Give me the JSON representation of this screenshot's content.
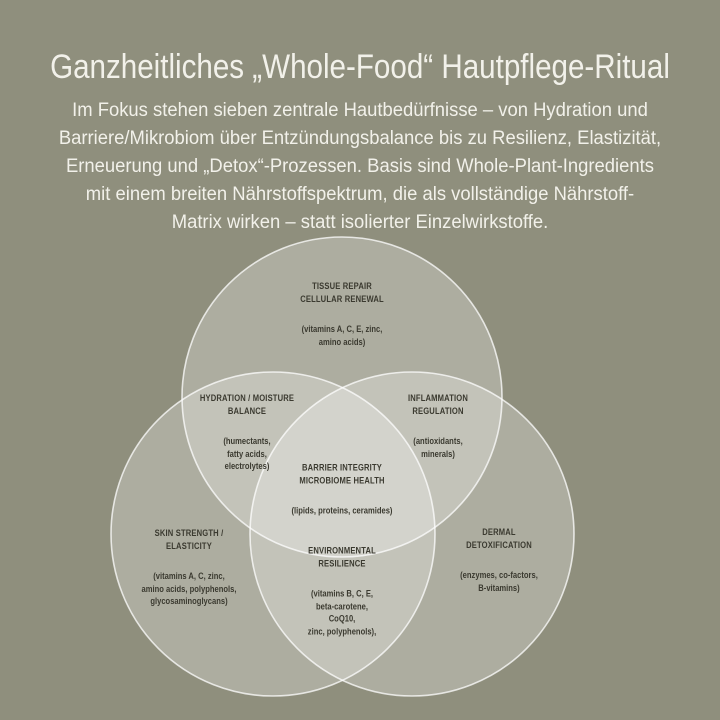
{
  "page": {
    "background_color": "#8f8f7d",
    "heading_text_color": "#f2f1ea",
    "label_text_color": "#3b3a30"
  },
  "header": {
    "title": "Ganzheitliches „Whole-Food“ Hautpflege-Ritual",
    "intro": "Im Fokus stehen sieben zentrale Hautbedürfnisse – von Hydration und\nBarriere/Mikrobiom über Entzündungsbalance bis zu Resilienz, Elastizität,\nErneuerung und „Detox“-Prozessen. Basis sind Whole-Plant-Ingredients\nmit einem breiten Nährstoffspektrum, die als vollständige Nährstoff-\nMatrix wirken – statt isolierter Einzelwirkstoffe."
  },
  "venn": {
    "circle_fill": "rgba(255,255,255,0.27)",
    "circle_stroke": "rgba(255,255,255,0.75)",
    "regions": [
      {
        "id": "tissue-repair",
        "title": "TISSUE REPAIR\nCELLULAR RENEWAL",
        "ingredients": "(vitamins A, C, E, zinc,\namino acids)"
      },
      {
        "id": "hydration-moisture-balance",
        "title": "HYDRATION / MOISTURE\nBALANCE",
        "ingredients": "(humectants,\nfatty acids,\nelectrolytes)"
      },
      {
        "id": "inflammation-regulation",
        "title": "INFLAMMATION\nREGULATION",
        "ingredients": "(antioxidants,\nminerals)"
      },
      {
        "id": "barrier-integrity-microbiome-health",
        "title": "BARRIER INTEGRITY\nMICROBIOME HEALTH",
        "ingredients": "(lipids, proteins, ceramides)"
      },
      {
        "id": "skin-strength-elasticity",
        "title": "SKIN STRENGTH /\nELASTICITY",
        "ingredients": "(vitamins A, C, zinc,\namino acids, polyphenols,\nglycosaminoglycans)"
      },
      {
        "id": "environmental-resilience",
        "title": "ENVIRONMENTAL\nRESILIENCE",
        "ingredients": "(vitamins B, C, E,\nbeta-carotene,\nCoQ10,\nzinc, polyphenols),"
      },
      {
        "id": "dermal-detoxification",
        "title": "DERMAL\nDETOXIFICATION",
        "ingredients": "(enzymes, co-factors,\nB-vitamins)"
      }
    ]
  }
}
